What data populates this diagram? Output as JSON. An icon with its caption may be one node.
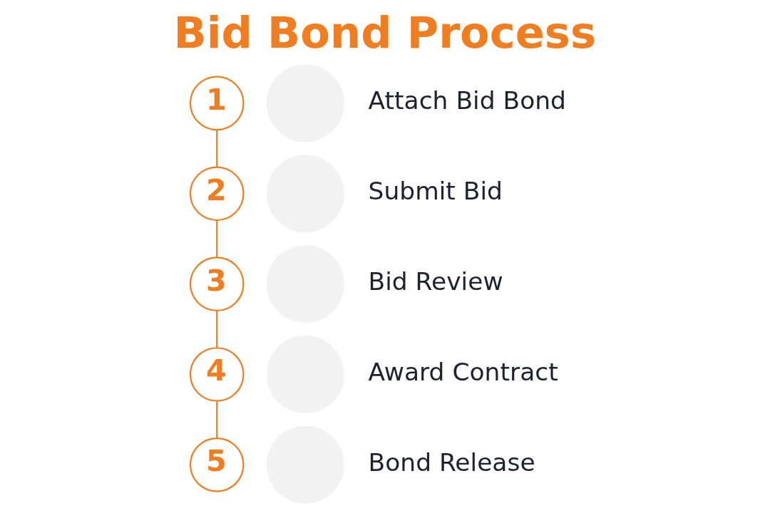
{
  "diagram": {
    "title": "Bid Bond Process",
    "nodes": [
      {
        "text": [
          "1"
        ]
      },
      {
        "text": [],
        "shape": "circle",
        "beside": [
          "Attach Bid Bond"
        ]
      },
      {
        "text": [
          "2"
        ]
      },
      {
        "text": [],
        "shape": "circle",
        "beside": [
          "Submit Bid"
        ]
      },
      {
        "text": [
          "3"
        ]
      },
      {
        "text": [],
        "shape": "circle",
        "beside": [
          "Bid Review"
        ]
      },
      {
        "text": [
          "4"
        ]
      },
      {
        "text": [],
        "shape": "circle",
        "beside": [
          "Award Contract"
        ]
      },
      {
        "text": [
          "5"
        ]
      },
      {
        "text": [],
        "shape": "circle",
        "beside": [
          "Bond Release"
        ]
      }
    ],
    "edges": [
      {
        "from": 0,
        "to": 2,
        "arrow": "none"
      },
      {
        "from": 2,
        "to": 4,
        "arrow": "none"
      },
      {
        "from": 4,
        "to": 6,
        "arrow": "none"
      },
      {
        "from": 6,
        "to": 8,
        "arrow": "none"
      }
    ]
  }
}
